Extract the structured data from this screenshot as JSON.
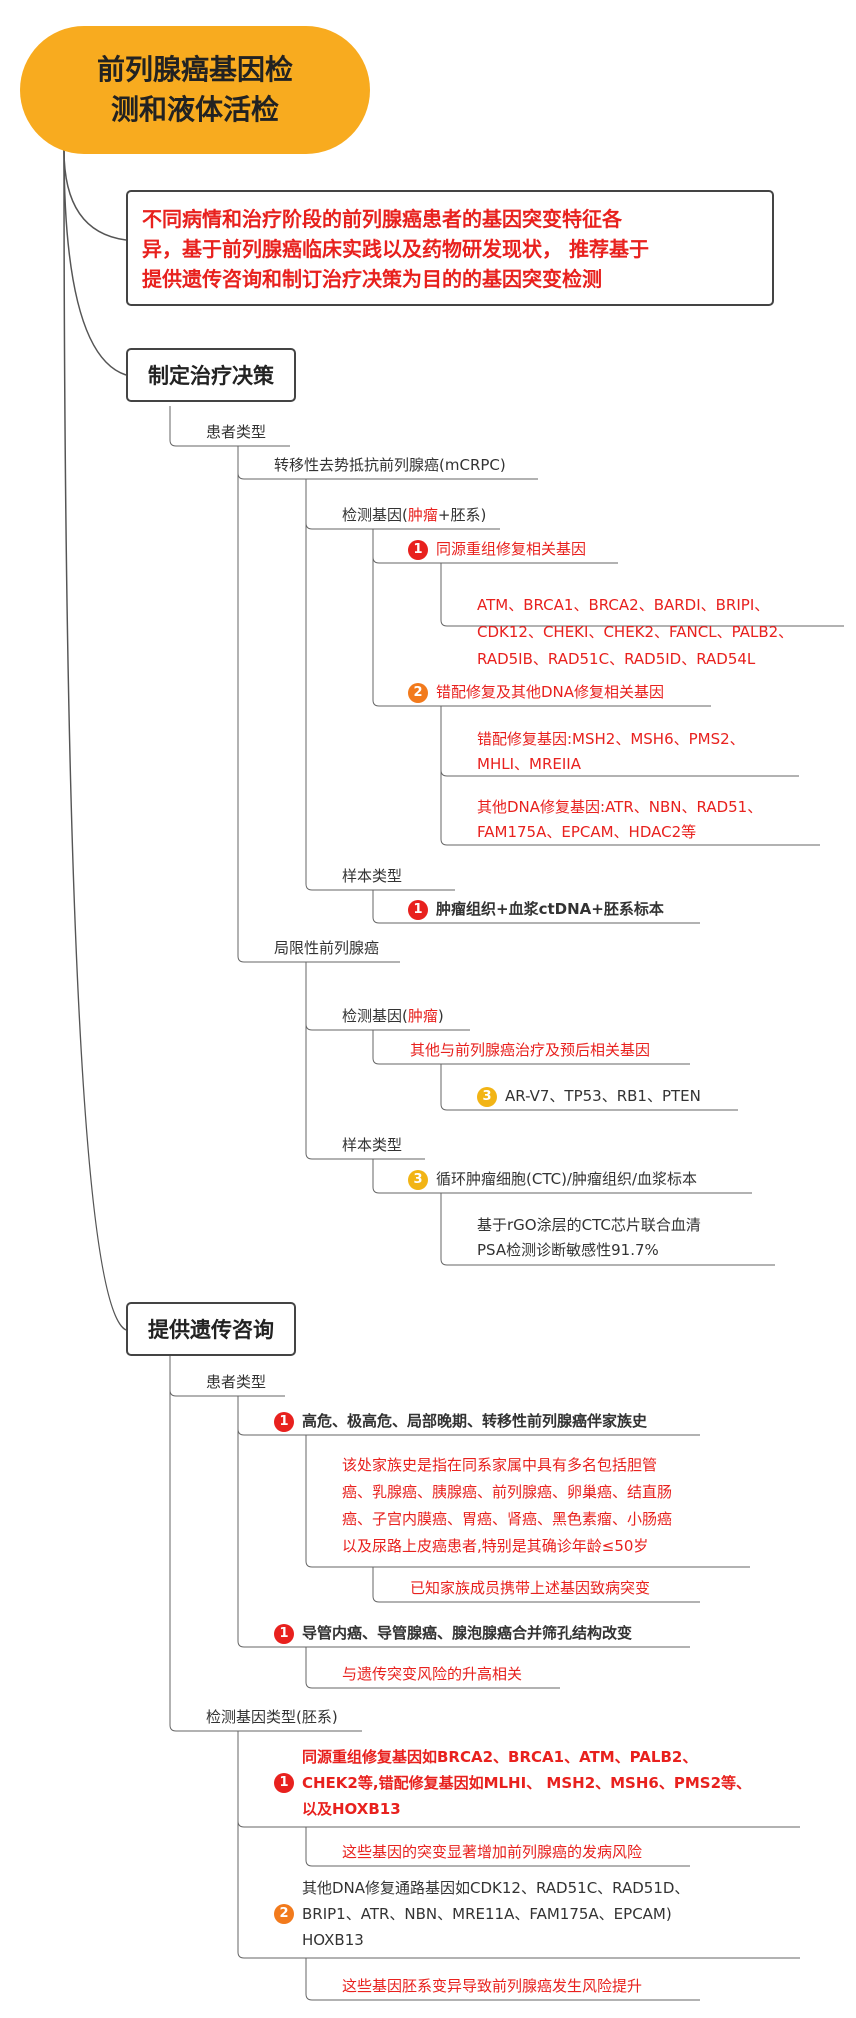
{
  "root_title": [
    "前列腺癌基因检",
    "测和液体活检"
  ],
  "intro": [
    "不同病情和治疗阶段的前列腺癌患者的基因突变特征各",
    "异，基于前列腺癌临床实践以及药物研发现状， 推荐基于",
    "提供遗传咨询和制订治疗决策为目的的基因突变检测"
  ],
  "sec1": {
    "title": "制定治疗决策",
    "patient_type": "患者类型",
    "mcrpc": {
      "label": "转移性去势抵抗前列腺癌(mCRPC)",
      "gene_label": {
        "pre": "检测基因(",
        "red": "肿瘤",
        "post": "+胚系)"
      },
      "hrr": {
        "badge": "1",
        "label": "同源重组修复相关基因",
        "genes": [
          "ATM、BRCA1、BRCA2、BARDI、BRIPI、",
          "CDK12、CHEKI、CHEK2、FANCL、PALB2、",
          "RAD5IB、RAD51C、RAD5ID、RAD54L"
        ]
      },
      "mmr": {
        "badge": "2",
        "label": "错配修复及其他DNA修复相关基因",
        "mmr_genes": [
          "错配修复基因:MSH2、MSH6、PMS2、",
          "MHLI、MREIIA"
        ],
        "other_genes": [
          "其他DNA修复基因:ATR、NBN、RAD51、",
          "FAM175A、EPCAM、HDAC2等"
        ]
      },
      "sample_label": "样本类型",
      "sample": {
        "badge": "1",
        "label": "肿瘤组织+血浆ctDNA+胚系标本"
      }
    },
    "localized": {
      "label": "局限性前列腺癌",
      "gene_label": {
        "pre": "检测基因(",
        "red": "肿瘤",
        "post": ")"
      },
      "other": "其他与前列腺癌治疗及预后相关基因",
      "genes": {
        "badge": "3",
        "label": "AR-V7、TP53、RB1、PTEN"
      },
      "sample_label": "样本类型",
      "ctc": {
        "badge": "3",
        "label": "循环肿瘤细胞(CTC)/肿瘤组织/血浆标本"
      },
      "ctc_note": [
        "基于rGO涂层的CTC芯片联合血清",
        "PSA检测诊断敏感性91.7%"
      ]
    }
  },
  "sec2": {
    "title": "提供遗传咨询",
    "patient_type": "患者类型",
    "p1": {
      "badge": "1",
      "label": "高危、极高危、局部晚期、转移性前列腺癌伴家族史",
      "note": [
        "该处家族史是指在同系家属中具有多名包括胆管",
        "癌、乳腺癌、胰腺癌、前列腺癌、卵巢癌、结直肠",
        "癌、子宫内膜癌、胃癌、肾癌、黑色素瘤、小肠癌",
        "以及尿路上皮癌患者,特别是其确诊年龄≤50岁"
      ],
      "known": "已知家族成员携带上述基因致病突变"
    },
    "p2": {
      "badge": "1",
      "label": "导管内癌、导管腺癌、腺泡腺癌合并筛孔结构改变",
      "note": "与遗传突变风险的升高相关"
    },
    "gene_type": "检测基因类型(胚系)",
    "g1": {
      "badge": "1",
      "label": [
        "同源重组修复基因如BRCA2、BRCA1、ATM、PALB2、",
        "CHEK2等,错配修复基因如MLHI、 MSH2、MSH6、PMS2等、",
        "以及HOXB13"
      ],
      "note": "这些基因的突变显著增加前列腺癌的发病风险"
    },
    "g2": {
      "badge": "2",
      "label": [
        "其他DNA修复通路基因如CDK12、RAD51C、RAD51D、",
        "BRIP1、ATR、NBN、MRE11A、FAM175A、EPCAM)",
        "HOXB13"
      ],
      "note": "这些基因胚系变异导致前列腺癌发生风险提升"
    }
  },
  "colors": {
    "root_fill": "#f8ab1f",
    "red_text": "#e8211e",
    "badge_red": "#e8211e",
    "badge_orange": "#f27a1c",
    "badge_yellow": "#f2b415"
  }
}
